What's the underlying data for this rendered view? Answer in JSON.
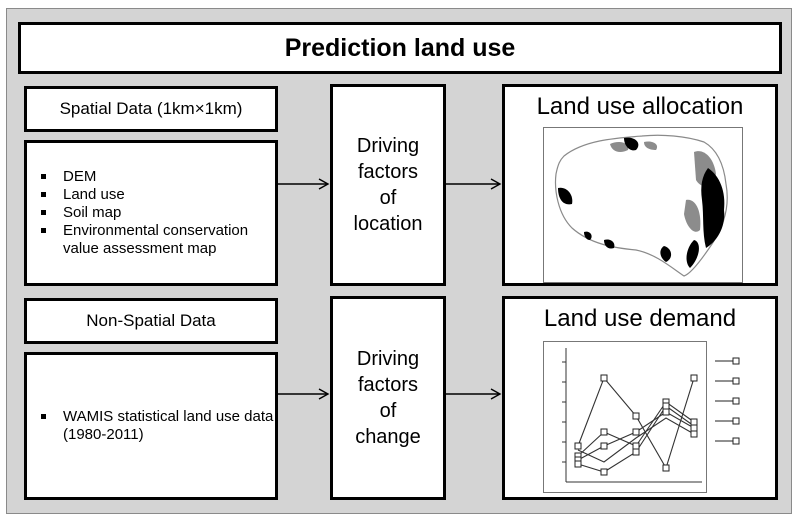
{
  "title": "Prediction land use",
  "spatial": {
    "header": "Spatial Data (1km×1km)",
    "items": [
      "DEM",
      "Land use",
      "Soil map",
      "Environmental conservation value assessment map"
    ]
  },
  "nonspatial": {
    "header": "Non-Spatial Data",
    "items": [
      "WAMIS statistical land use data (1980-2011)"
    ]
  },
  "drivers": {
    "location": [
      "Driving",
      "factors",
      "of",
      "location"
    ],
    "change": [
      "Driving",
      "factors",
      "of",
      "change"
    ]
  },
  "outputs": {
    "allocation": "Land use allocation",
    "demand": "Land use demand"
  },
  "colors": {
    "background": "#d4d4d4",
    "border": "#000000",
    "map_dark": "#000000",
    "map_gray": "#8c8c8c"
  },
  "icons": [
    "arrow-right-icon",
    "square-bullet-icon",
    "map-thumbnail",
    "chart-thumbnail"
  ]
}
